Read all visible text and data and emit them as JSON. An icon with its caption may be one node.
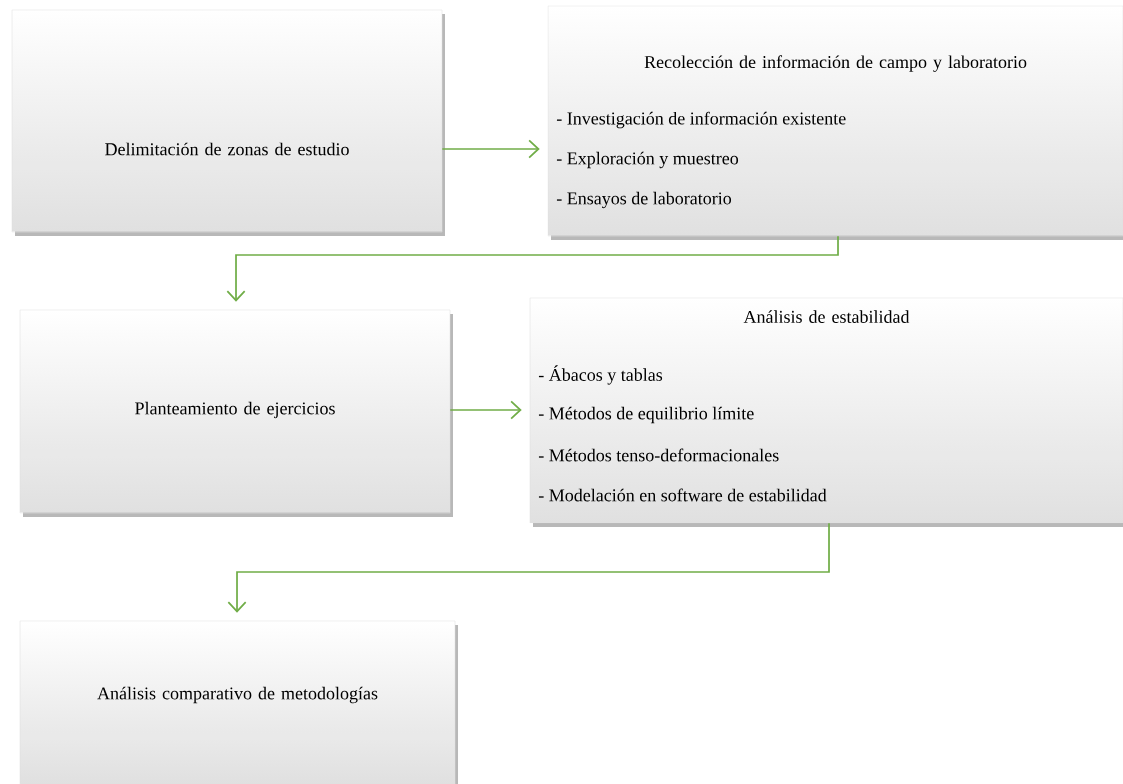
{
  "diagram": {
    "nodes": [
      {
        "text": [
          "Delimitación de zonas de estudio"
        ]
      },
      {
        "text": [
          "Recolección de información de campo y laboratorio",
          "- Investigación de información existente",
          "- Exploración y muestreo",
          "- Ensayos de laboratorio"
        ]
      },
      {
        "text": [
          "Planteamiento de ejercicios"
        ]
      },
      {
        "text": [
          "Análisis de estabilidad",
          "- Ábacos y tablas",
          "- Métodos de equilibrio límite",
          "- Métodos tenso-deformacionales",
          "- Modelación en software de estabilidad"
        ]
      },
      {
        "text": [
          "Análisis comparativo de metodologías"
        ]
      }
    ],
    "edges": [
      {
        "from": 0,
        "to": 1,
        "arrow": "to"
      },
      {
        "from": 1,
        "to": 2,
        "arrow": "to"
      },
      {
        "from": 2,
        "to": 3,
        "arrow": "to"
      },
      {
        "from": 3,
        "to": 4,
        "arrow": "to"
      }
    ]
  }
}
